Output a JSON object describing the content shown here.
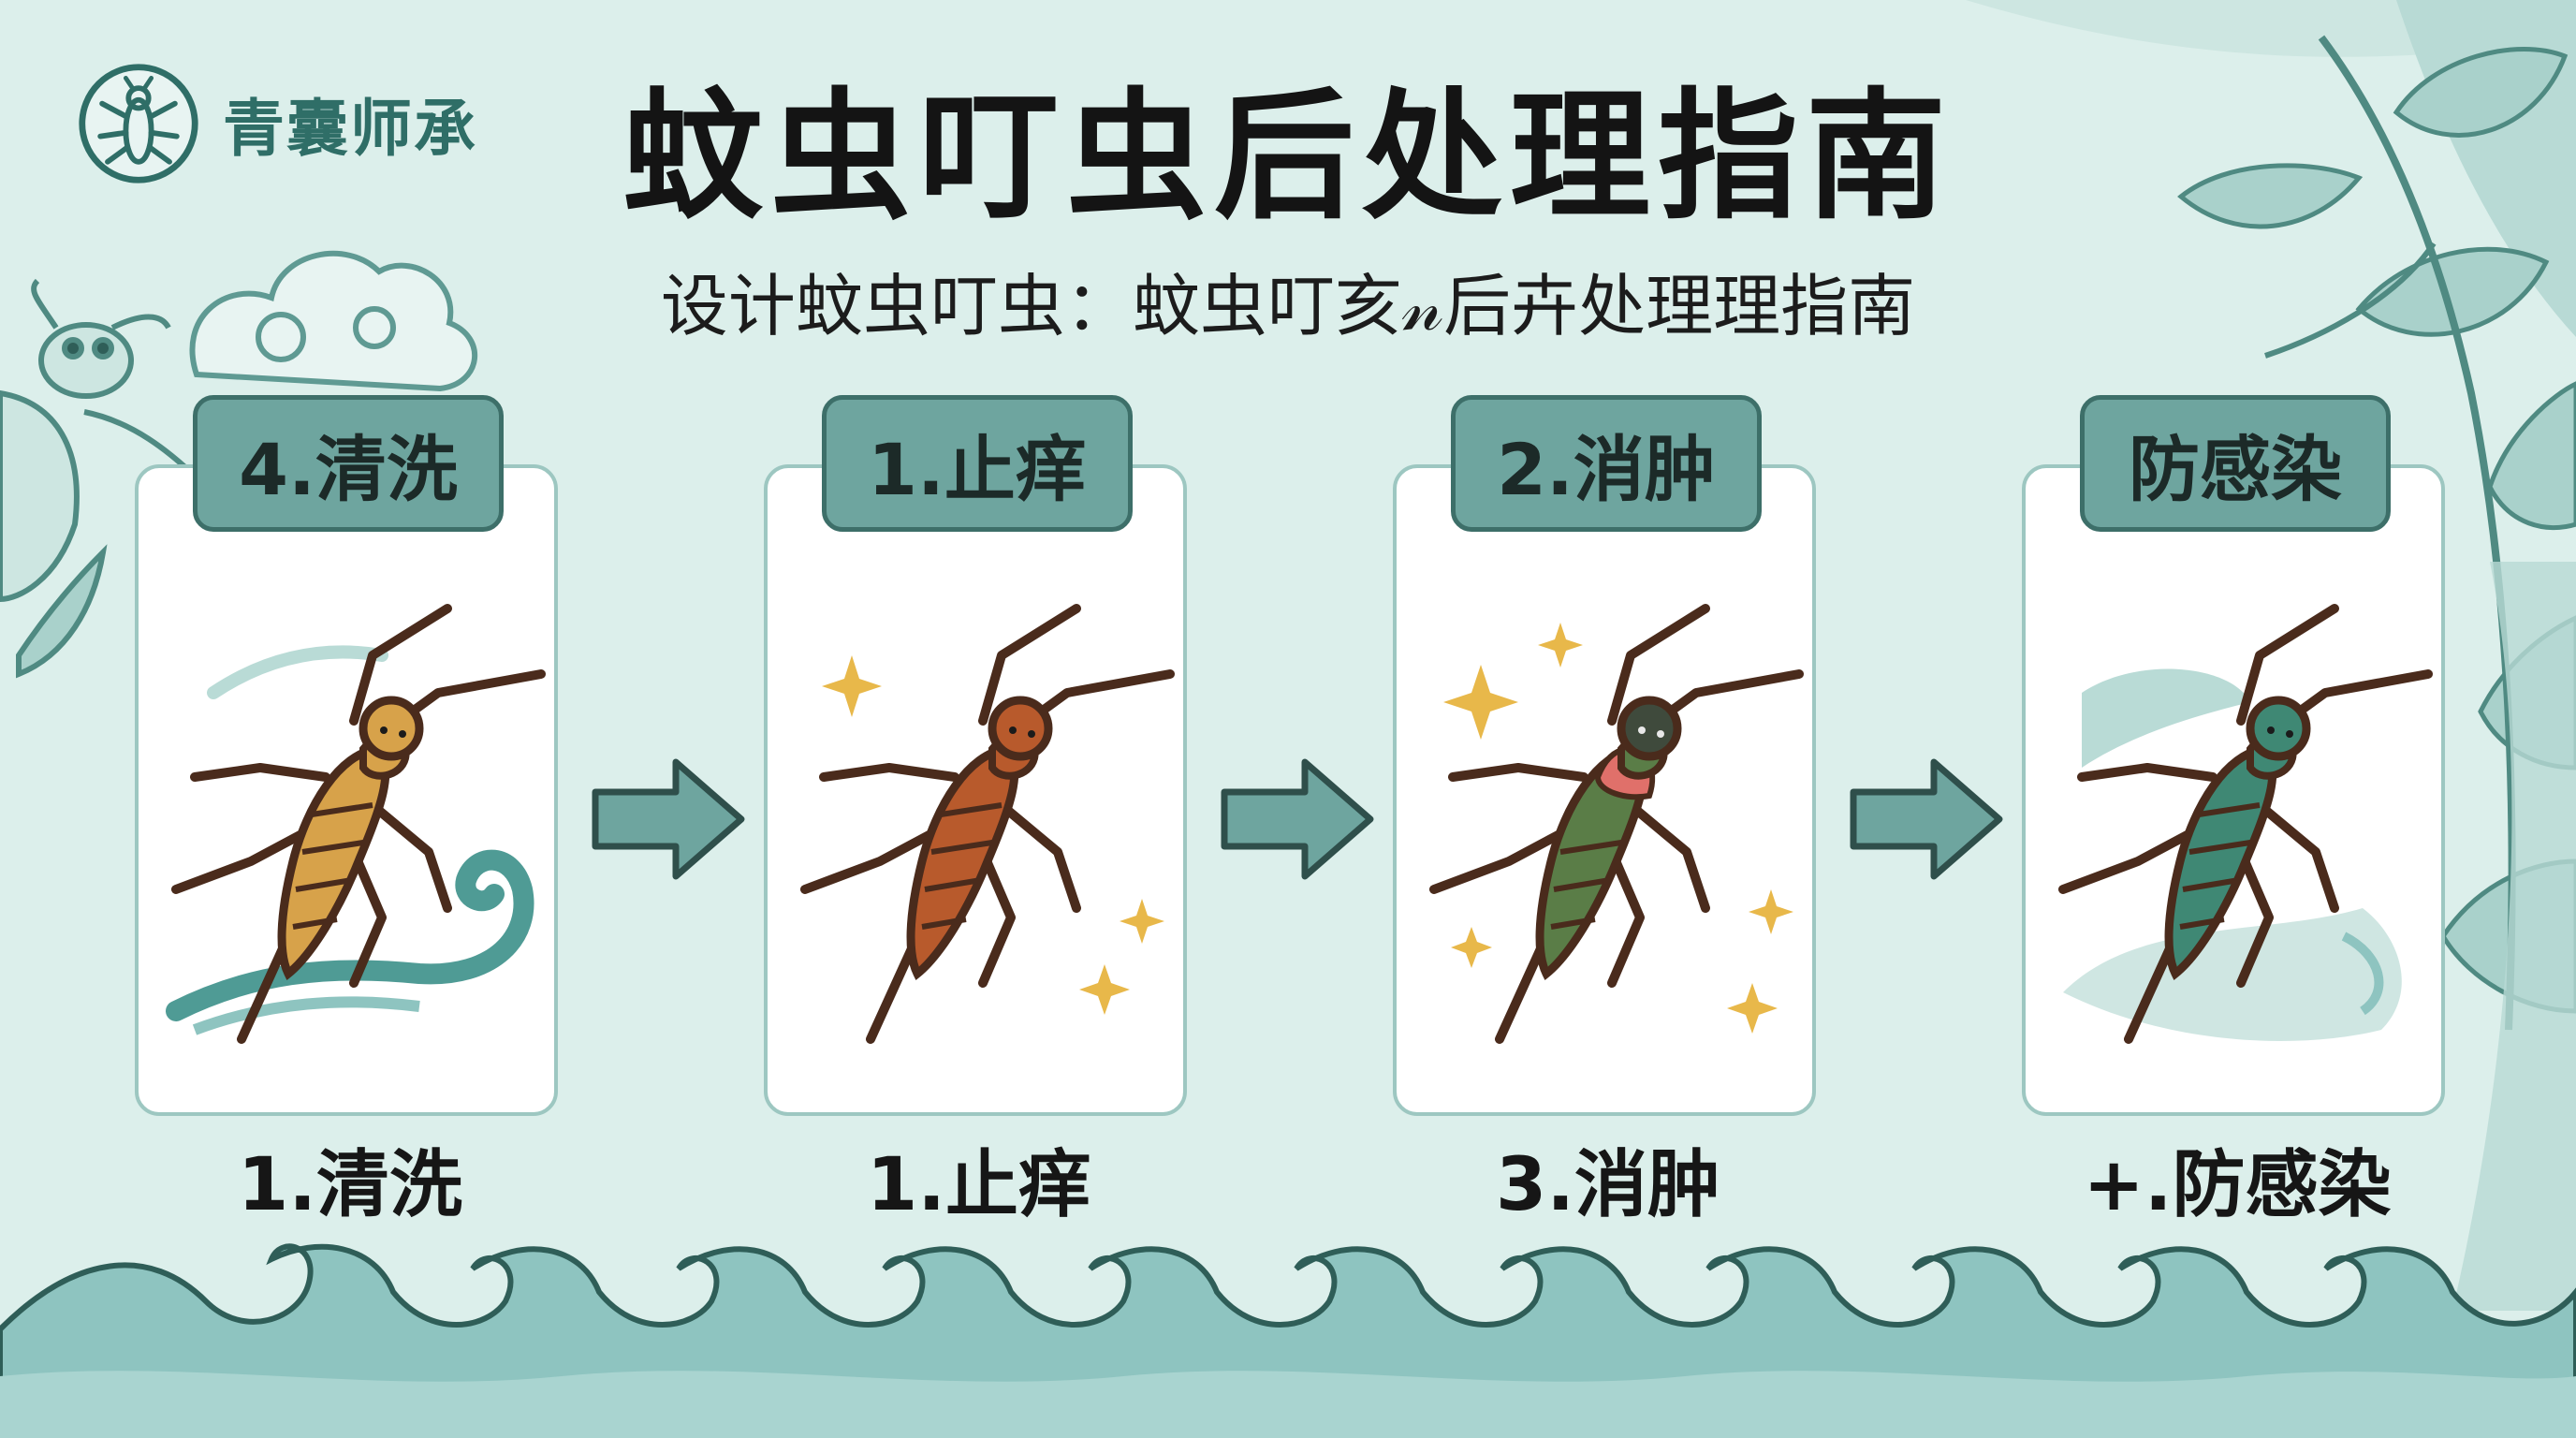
{
  "brand": {
    "name": "青囊师承",
    "logo_icon": "mosquito-emblem-icon"
  },
  "title": "蚊虫叮虫后处理指南",
  "subtitle": "设计蚊虫叮虫：蚊虫叮亥𝓃后卉处理理指南",
  "steps": [
    {
      "tab_label": "4.清洗",
      "caption": "1.清洗",
      "icon": "insect-washing-icon",
      "body_color": "#d7a24a",
      "head_color": "#d7a24a"
    },
    {
      "tab_label": "1.止痒",
      "caption": "1.止痒",
      "icon": "insect-itch-relief-icon",
      "body_color": "#b85a2c",
      "head_color": "#b85a2c"
    },
    {
      "tab_label": "2.消肿",
      "caption": "3.消肿",
      "icon": "insect-swelling-icon",
      "body_color": "#5a7d47",
      "head_color": "#3f4a3c"
    },
    {
      "tab_label": "防感染",
      "caption": "+.防感染",
      "icon": "insect-infection-prevention-icon",
      "body_color": "#3f8874",
      "head_color": "#3f8874"
    }
  ],
  "colors": {
    "background": "#dcefeb",
    "accent": "#6ea59f",
    "accent_dark": "#3d6f69",
    "wave": "#8ec4c0",
    "text": "#141414"
  }
}
